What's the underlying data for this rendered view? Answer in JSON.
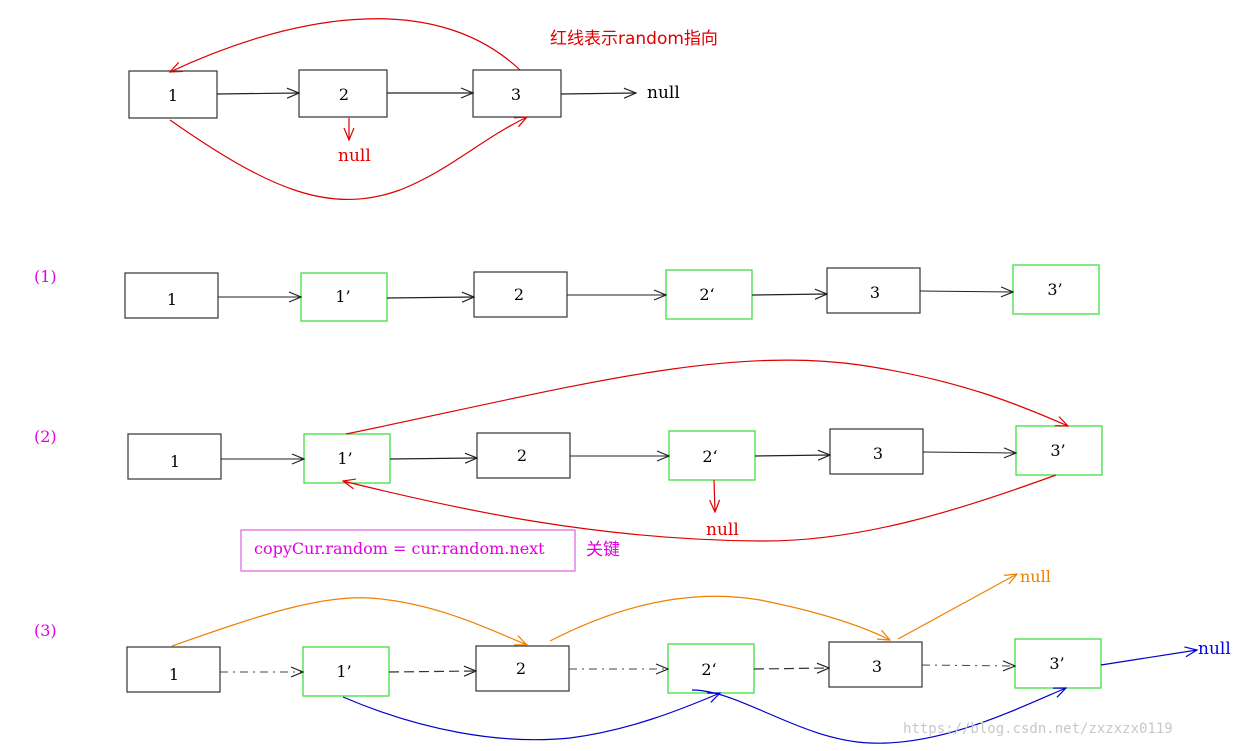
{
  "colors": {
    "original_border": "#333333",
    "copy_border": "#33dd33",
    "next_arrow": "#222222",
    "random_arrow": "#dd0000",
    "label_magenta": "#e000e0",
    "orange_arrow": "#f08000",
    "blue_arrow": "#0000cc",
    "watermark": "#c8c8c8"
  },
  "top": {
    "legend": "红线表示random指向",
    "nodes": [
      "1",
      "2",
      "3"
    ],
    "tail_null": "null",
    "random_null": "null"
  },
  "step1": {
    "label": "(1)",
    "nodes": [
      "1",
      "1’",
      "2",
      "2‘",
      "3",
      "3’"
    ]
  },
  "step2": {
    "label": "(2)",
    "nodes": [
      "1",
      "1’",
      "2",
      "2‘",
      "3",
      "3’"
    ],
    "random_null": "null",
    "code": "copyCur.random = cur.random.next",
    "key_label": "关键"
  },
  "step3": {
    "label": "(3)",
    "nodes": [
      "1",
      "1’",
      "2",
      "2‘",
      "3",
      "3’"
    ],
    "orange_null": "null",
    "blue_null": "null"
  },
  "watermark": "https://blog.csdn.net/zxzxzx0119"
}
